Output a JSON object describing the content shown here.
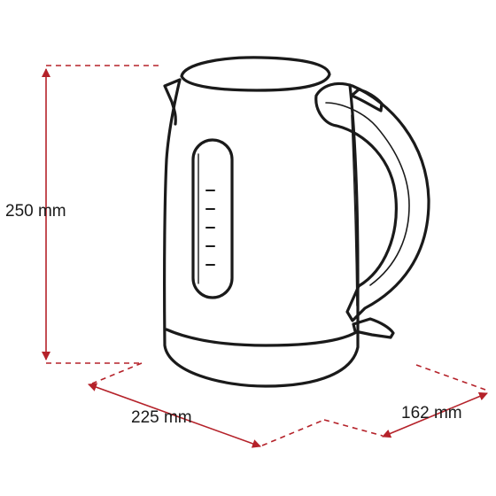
{
  "dimensions": {
    "height": "250 mm",
    "width": "225 mm",
    "depth": "162 mm"
  },
  "colors": {
    "dimension_line": "#b5222a",
    "outline": "#1a1a1a",
    "background": "#ffffff"
  }
}
